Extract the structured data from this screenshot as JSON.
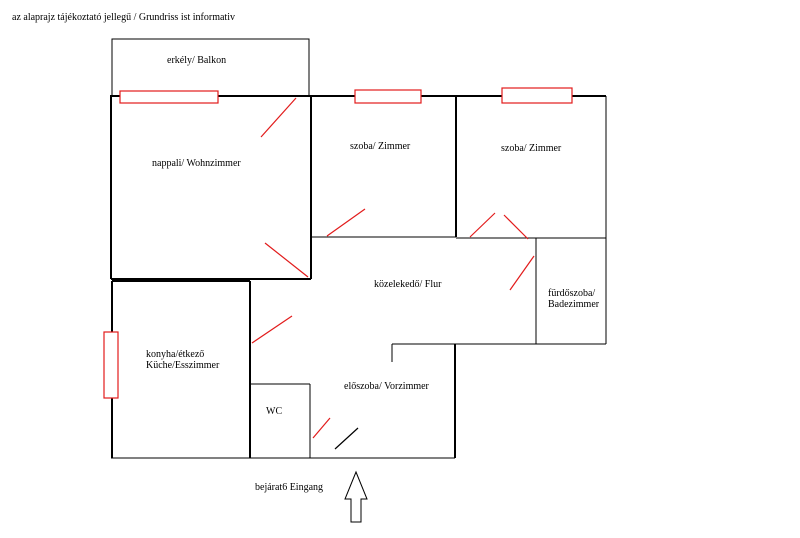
{
  "note": "az alaprajz tájékoztató jellegű / Grundriss ist informativ",
  "rooms": {
    "balcony": "erkély/ Balkon",
    "living": "nappali/ Wohnzimmer",
    "room1": "szoba/ Zimmer",
    "room2": "szoba/ Zimmer",
    "corridor": "közelekedő/ Flur",
    "bathroom_line1": "fürdőszoba/",
    "bathroom_line2": "Badezimmer",
    "kitchen_line1": "konyha/étkező",
    "kitchen_line2": "Küche/Esszimmer",
    "wc": "WC",
    "hall": "előszoba/ Vorzimmer"
  },
  "entrance": "bejárat6 Eingang",
  "colors": {
    "walls": "#000000",
    "doors_windows": "#e21b1b",
    "background": "#ffffff"
  }
}
